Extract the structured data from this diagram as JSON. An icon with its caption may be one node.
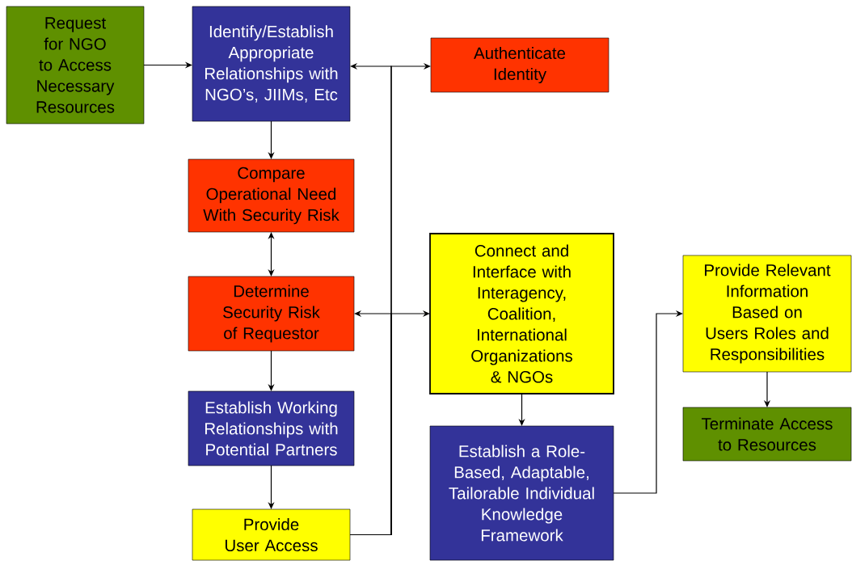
{
  "diagram": {
    "nodes": [
      {
        "text": [
          "Request for NGO to Access Necessary Resources"
        ]
      },
      {
        "text": [
          "Identify/Establish Appropriate Relationships with NGO’s, JIIMs, Etc"
        ]
      },
      {
        "text": [
          "Authenticate Identity"
        ]
      },
      {
        "text": [
          "Compare Operational Need With Security Risk"
        ]
      },
      {
        "text": [
          "Determine Security Risk of Requestor"
        ]
      },
      {
        "text": [
          "Connect and Interface with Interagency, Coalition, International Organizations & NGOs"
        ]
      },
      {
        "text": [
          "Provide Relevant Information Based on Users Roles and Responsibilities"
        ]
      },
      {
        "text": [
          "Establish Working Relationships with Potential Partners"
        ]
      },
      {
        "text": [
          "Terminate Access to Resources"
        ]
      },
      {
        "text": [
          "Establish a Role-Based, Adaptable, Tailorable Individual Knowledge Framework"
        ]
      },
      {
        "text": [
          "Provide User Access"
        ]
      }
    ],
    "edges": [
      {
        "from": 0,
        "to": 1,
        "arrow": "to"
      },
      {
        "from": 10,
        "to": 1,
        "arrow": "to"
      },
      {
        "from": 10,
        "to": 2,
        "arrow": "to"
      },
      {
        "from": 1,
        "to": 3,
        "arrow": "to"
      },
      {
        "from": 3,
        "to": 4,
        "arrow": "both"
      },
      {
        "from": 10,
        "to": 4,
        "arrow": "to"
      },
      {
        "from": 10,
        "to": 5,
        "arrow": "to"
      },
      {
        "from": 4,
        "to": 7,
        "arrow": "to"
      },
      {
        "from": 7,
        "to": 10,
        "arrow": "to"
      },
      {
        "from": 5,
        "to": 9,
        "arrow": "to"
      },
      {
        "from": 9,
        "to": 6,
        "arrow": "to"
      },
      {
        "from": 6,
        "to": 8,
        "arrow": "to"
      }
    ]
  }
}
